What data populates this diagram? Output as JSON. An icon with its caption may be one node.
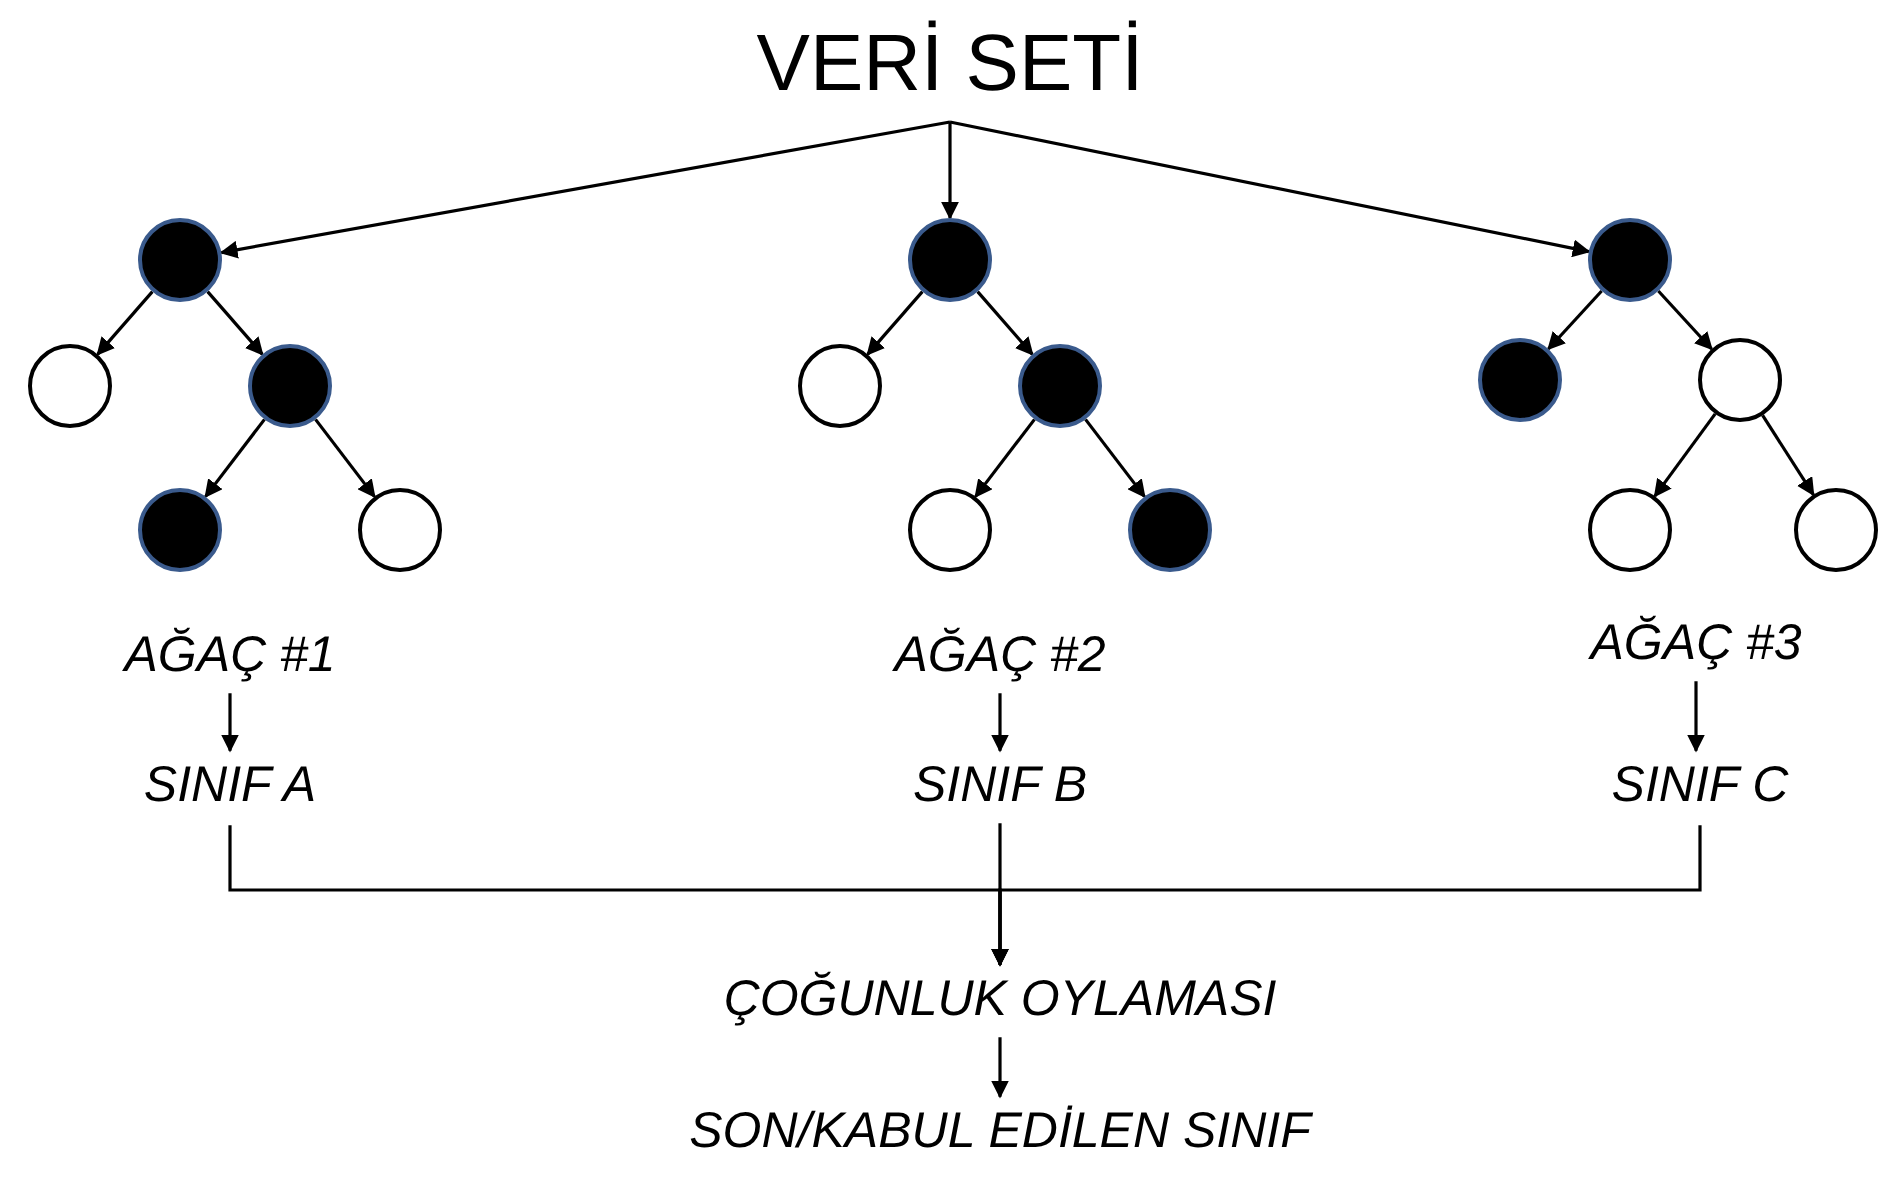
{
  "diagram": {
    "nodes": [
      {
        "text": [
          "VERİ SETİ"
        ]
      },
      {
        "text": [],
        "shape": "disc"
      },
      {
        "text": [],
        "shape": "circle"
      },
      {
        "text": [],
        "shape": "disc"
      },
      {
        "text": [],
        "shape": "disc"
      },
      {
        "text": [],
        "shape": "circle"
      },
      {
        "text": [],
        "shape": "disc"
      },
      {
        "text": [],
        "shape": "circle"
      },
      {
        "text": [],
        "shape": "disc"
      },
      {
        "text": [],
        "shape": "circle"
      },
      {
        "text": [],
        "shape": "disc"
      },
      {
        "text": [],
        "shape": "disc"
      },
      {
        "text": [],
        "shape": "disc"
      },
      {
        "text": [],
        "shape": "circle"
      },
      {
        "text": [],
        "shape": "circle"
      },
      {
        "text": [],
        "shape": "circle"
      },
      {
        "text": [
          "AĞAÇ #1"
        ]
      },
      {
        "text": [
          "AĞAÇ #2"
        ]
      },
      {
        "text": [
          "AĞAÇ #3"
        ]
      },
      {
        "text": [
          "SINIF A"
        ]
      },
      {
        "text": [
          "SINIF B"
        ]
      },
      {
        "text": [
          "SINIF C"
        ]
      },
      {
        "text": [
          "ÇOĞUNLUK OYLAMASI"
        ]
      },
      {
        "text": [
          "SON/KABUL EDİLEN SINIF"
        ]
      }
    ],
    "edges": [
      {
        "from": 0,
        "to": 1,
        "arrow": "to"
      },
      {
        "from": 0,
        "to": 6,
        "arrow": "to"
      },
      {
        "from": 0,
        "to": 11,
        "arrow": "to"
      },
      {
        "from": 1,
        "to": 2,
        "arrow": "to"
      },
      {
        "from": 1,
        "to": 3,
        "arrow": "to"
      },
      {
        "from": 3,
        "to": 4,
        "arrow": "to"
      },
      {
        "from": 3,
        "to": 5,
        "arrow": "to"
      },
      {
        "from": 6,
        "to": 7,
        "arrow": "to"
      },
      {
        "from": 6,
        "to": 8,
        "arrow": "to"
      },
      {
        "from": 8,
        "to": 9,
        "arrow": "to"
      },
      {
        "from": 8,
        "to": 10,
        "arrow": "to"
      },
      {
        "from": 11,
        "to": 12,
        "arrow": "to"
      },
      {
        "from": 11,
        "to": 13,
        "arrow": "to"
      },
      {
        "from": 13,
        "to": 14,
        "arrow": "to"
      },
      {
        "from": 13,
        "to": 15,
        "arrow": "to"
      },
      {
        "from": 16,
        "to": 19,
        "arrow": "to"
      },
      {
        "from": 17,
        "to": 20,
        "arrow": "to"
      },
      {
        "from": 18,
        "to": 21,
        "arrow": "to"
      },
      {
        "from": 19,
        "to": 22,
        "arrow": "to"
      },
      {
        "from": 20,
        "to": 22,
        "arrow": "to"
      },
      {
        "from": 21,
        "to": 22,
        "arrow": "to"
      },
      {
        "from": 22,
        "to": 23,
        "arrow": "to"
      }
    ]
  }
}
